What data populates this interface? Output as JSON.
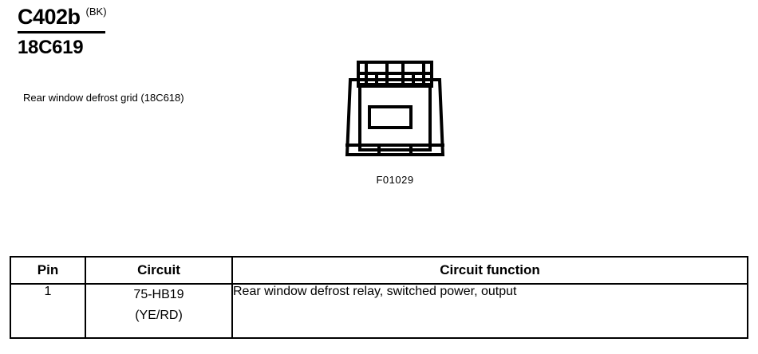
{
  "connector": {
    "code": "C402b",
    "color_code": "(BK)",
    "part_number": "18C619",
    "description": "Rear window defrost grid (18C618)",
    "figure_label": "F01029"
  },
  "pin_table": {
    "headers": [
      "Pin",
      "Circuit",
      "Circuit function"
    ],
    "rows": [
      {
        "pin": "1",
        "circuit_code": "75-HB19",
        "circuit_color": "(YE/RD)",
        "function": "Rear window defrost relay, switched power, output"
      }
    ]
  }
}
